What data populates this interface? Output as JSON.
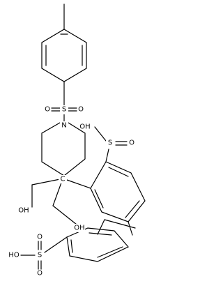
{
  "molecule": {
    "atoms": {
      "sulfonyl_s": "S",
      "sulfonyl_o_left": "O",
      "sulfonyl_o_right": "O",
      "ring_n": "N",
      "quaternary_c": "C",
      "hydroxyl_left": "OH",
      "hydroxyl_mid": "OH",
      "sulfonic_top_oh": "OH",
      "sulfonic_top_s": "S",
      "sulfonic_top_o": "O",
      "sulfonic_bottom_ho": "HO",
      "sulfonic_bottom_s": "S",
      "sulfonic_bottom_o_top": "O",
      "sulfonic_bottom_o_bottom": "O"
    }
  }
}
